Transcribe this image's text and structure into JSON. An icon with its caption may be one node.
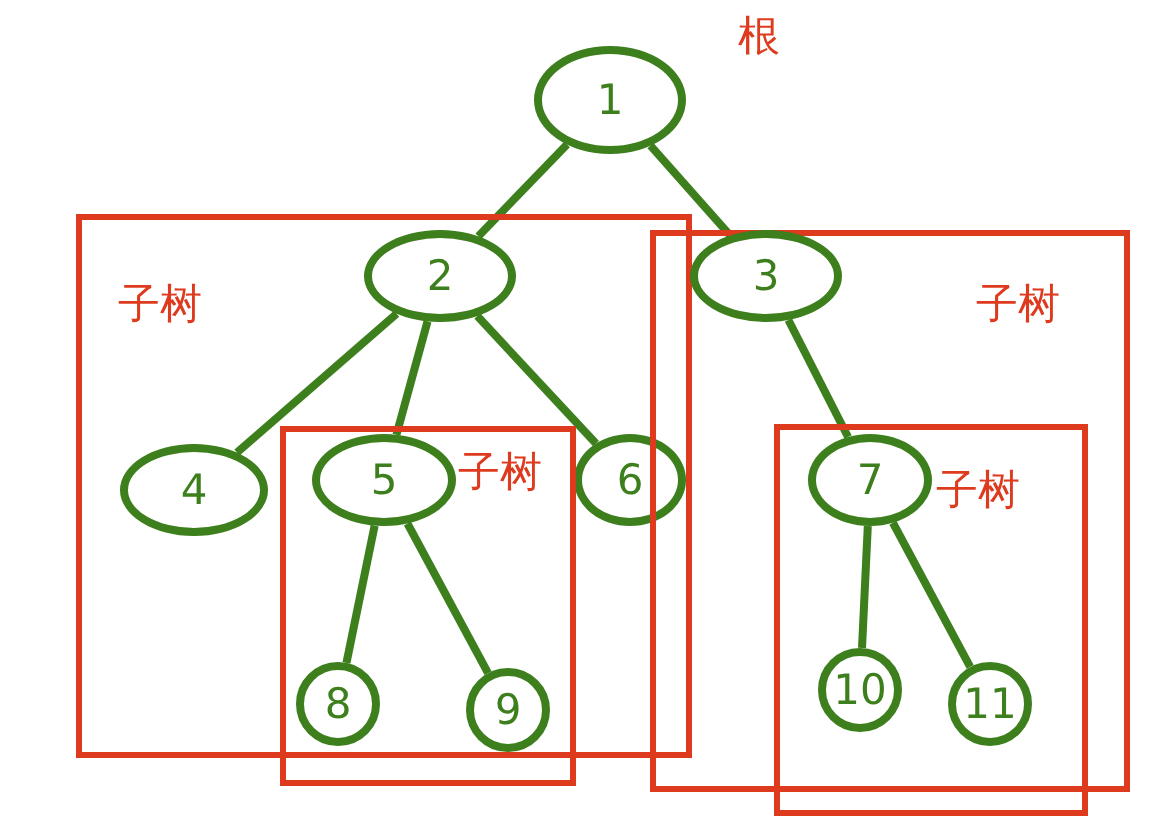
{
  "diagram": {
    "nodes": [
      {
        "text": [
          "1"
        ],
        "beside": [
          "根"
        ]
      },
      {
        "text": [
          "子树"
        ]
      },
      {
        "text": [
          "2"
        ],
        "in": 1
      },
      {
        "text": [
          "子树"
        ]
      },
      {
        "text": [
          "3"
        ],
        "in": 3
      },
      {
        "text": [
          "4"
        ],
        "in": 1
      },
      {
        "text": [
          "子树"
        ]
      },
      {
        "text": [
          "5"
        ],
        "in": 6
      },
      {
        "text": [
          "6"
        ],
        "in": 1
      },
      {
        "text": [
          "子树"
        ]
      },
      {
        "text": [
          "7"
        ],
        "in": 9
      },
      {
        "text": [
          "8"
        ],
        "in": 6
      },
      {
        "text": [
          "9"
        ],
        "in": 6
      },
      {
        "text": [
          "10"
        ],
        "in": 9
      },
      {
        "text": [
          "11"
        ],
        "in": 9
      }
    ],
    "edges": [
      {
        "from": 0,
        "to": 2,
        "arrow": "none"
      },
      {
        "from": 0,
        "to": 4,
        "arrow": "none"
      },
      {
        "from": 2,
        "to": 5,
        "arrow": "none"
      },
      {
        "from": 2,
        "to": 7,
        "arrow": "none"
      },
      {
        "from": 2,
        "to": 8,
        "arrow": "none"
      },
      {
        "from": 4,
        "to": 10,
        "arrow": "none"
      },
      {
        "from": 7,
        "to": 11,
        "arrow": "none"
      },
      {
        "from": 7,
        "to": 12,
        "arrow": "none"
      },
      {
        "from": 10,
        "to": 13,
        "arrow": "none"
      },
      {
        "from": 10,
        "to": 14,
        "arrow": "none"
      }
    ]
  }
}
